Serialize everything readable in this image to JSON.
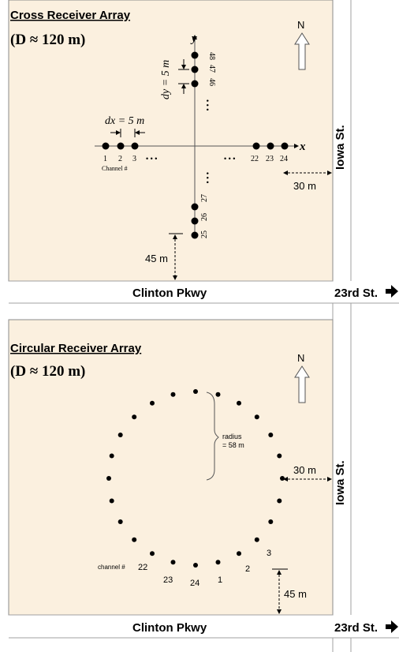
{
  "colors": {
    "field": "#FBF0DF",
    "border": "#8B8B8B",
    "dot": "#000000",
    "road_line": "#A0A0A0"
  },
  "cross_panel": {
    "title": "Cross Receiver Array",
    "diameter": "(D ≈ 120 m)",
    "north": "N",
    "y_axis": "y",
    "x_axis": "x",
    "dy_label": "dy = 5 m",
    "dx_label": "dx = 5 m",
    "channel_label": "Channel #",
    "x_left_channels": [
      "1",
      "2",
      "3"
    ],
    "x_right_channels": [
      "22",
      "23",
      "24"
    ],
    "y_top_channels": [
      "48",
      "47",
      "46"
    ],
    "y_bottom_channels": [
      "27",
      "26",
      "25"
    ],
    "ellipsis": "• • •",
    "dist_east": "30 m",
    "dist_south": "45 m",
    "road_south": "Clinton Pkwy",
    "road_east": "Iowa St.",
    "road_corner": "23rd St."
  },
  "circle_panel": {
    "title": "Circular Receiver Array",
    "diameter": "(D ≈ 120 m)",
    "north": "N",
    "radius_line1": "radius",
    "radius_line2": "= 58 m",
    "channel_label": "channel #",
    "channels": [
      "22",
      "23",
      "24",
      "1",
      "2",
      "3"
    ],
    "dist_east": "30 m",
    "dist_south": "45 m",
    "road_south": "Clinton Pkwy",
    "road_east": "Iowa St.",
    "road_corner": "23rd St."
  },
  "icons": [
    "north-arrow-icon",
    "right-arrow-icon"
  ]
}
